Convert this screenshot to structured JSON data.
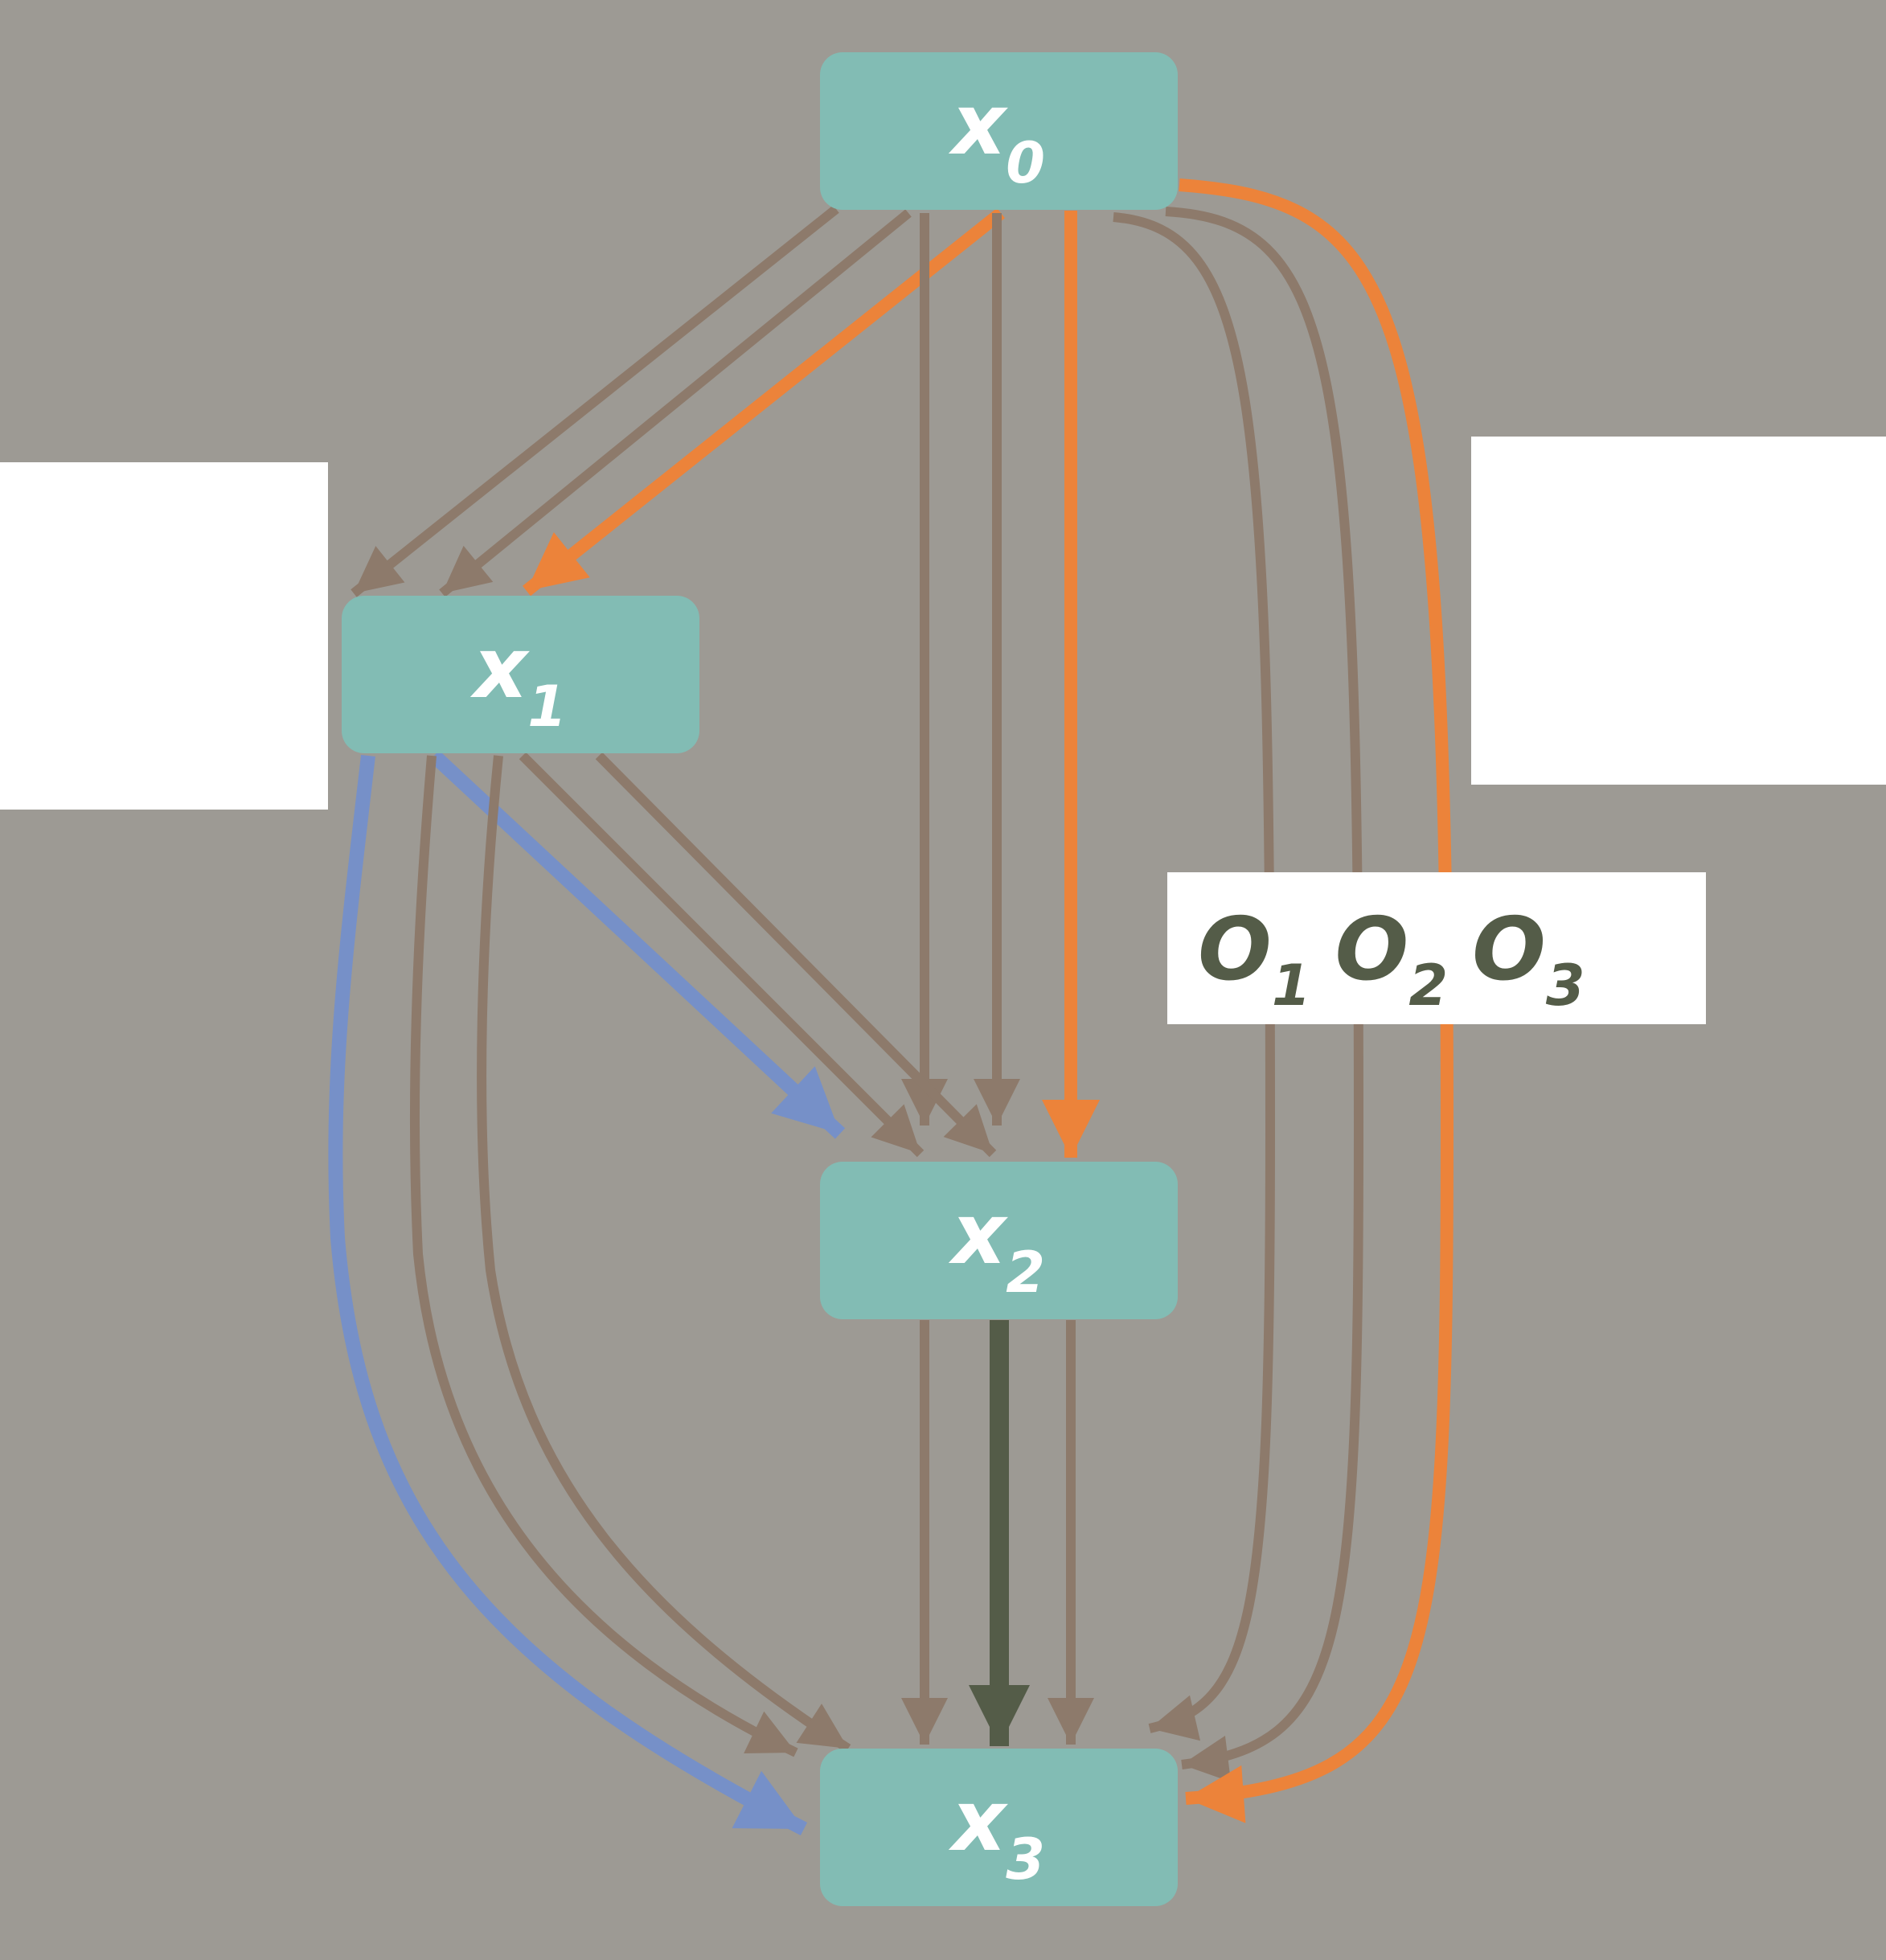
{
  "colors": {
    "background": "#9d9a94",
    "node_fill": "#82bcb4",
    "node_text": "#ffffff",
    "edge_default": "#8d7a6b",
    "edge_orange": "#ec833a",
    "edge_blue": "#7690c8",
    "edge_dark": "#545c48",
    "label_box": "#ffffff",
    "label_text": "#545c48"
  },
  "nodes": [
    {
      "id": "x0",
      "base": "x",
      "sub": "0"
    },
    {
      "id": "x1",
      "base": "x",
      "sub": "1"
    },
    {
      "id": "x2",
      "base": "x",
      "sub": "2"
    },
    {
      "id": "x3",
      "base": "x",
      "sub": "3"
    }
  ],
  "operations_label": [
    {
      "base": "O",
      "sub": "1"
    },
    {
      "base": "O",
      "sub": "2"
    },
    {
      "base": "O",
      "sub": "3"
    }
  ],
  "edges": [
    {
      "from": "x0",
      "to": "x1",
      "color": "edge_default"
    },
    {
      "from": "x0",
      "to": "x1",
      "color": "edge_default"
    },
    {
      "from": "x0",
      "to": "x1",
      "color": "edge_orange"
    },
    {
      "from": "x0",
      "to": "x2",
      "color": "edge_default"
    },
    {
      "from": "x0",
      "to": "x2",
      "color": "edge_default"
    },
    {
      "from": "x0",
      "to": "x2",
      "color": "edge_orange"
    },
    {
      "from": "x0",
      "to": "x3",
      "color": "edge_default"
    },
    {
      "from": "x0",
      "to": "x3",
      "color": "edge_default"
    },
    {
      "from": "x0",
      "to": "x3",
      "color": "edge_orange"
    },
    {
      "from": "x1",
      "to": "x2",
      "color": "edge_blue"
    },
    {
      "from": "x1",
      "to": "x2",
      "color": "edge_default"
    },
    {
      "from": "x1",
      "to": "x2",
      "color": "edge_default"
    },
    {
      "from": "x1",
      "to": "x3",
      "color": "edge_blue"
    },
    {
      "from": "x1",
      "to": "x3",
      "color": "edge_default"
    },
    {
      "from": "x1",
      "to": "x3",
      "color": "edge_default"
    },
    {
      "from": "x2",
      "to": "x3",
      "color": "edge_default"
    },
    {
      "from": "x2",
      "to": "x3",
      "color": "edge_dark"
    },
    {
      "from": "x2",
      "to": "x3",
      "color": "edge_default"
    }
  ]
}
